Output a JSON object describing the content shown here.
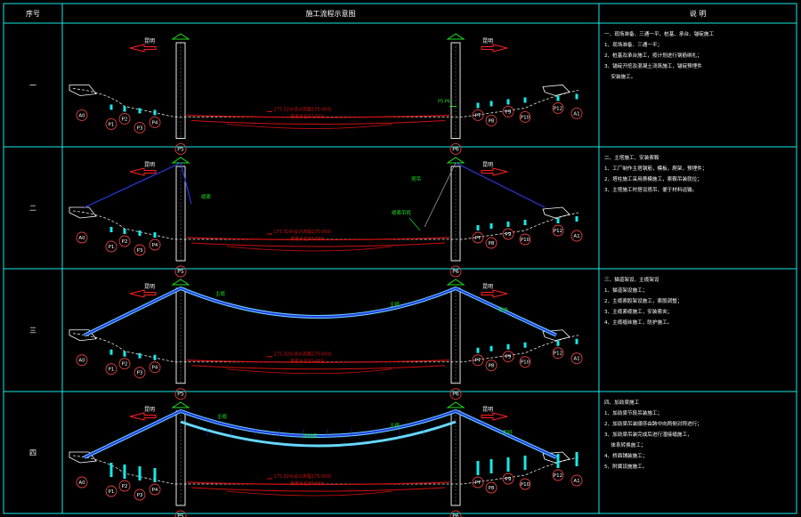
{
  "header": {
    "col_no": "序号",
    "col_diagram": "施工流程示意图",
    "col_notes": "说 明"
  },
  "labels": {
    "left_arrow": "昆明",
    "right_arrow": "昆明",
    "left_tower": "P5",
    "right_tower": "P6",
    "left_piers": [
      "A0",
      "P1",
      "P2",
      "P3",
      "P4"
    ],
    "right_piers": [
      "P7",
      "P8",
      "P9",
      "P10",
      "P12",
      "A1"
    ],
    "design_level": "175.320(设计高程175.000)",
    "water_level": "最低水位55.600",
    "small_tag": "P5.P6"
  },
  "rows": [
    {
      "no": "一",
      "annotations": [],
      "notes": [
        "一、现场准备、三通一平、桩基、承台、锚碇施工",
        "1、现场准备、三通一平；",
        "2、桩基及承台施工，按计划进行钢筋绑扎；",
        "3、锚碇开挖及混凝土浇筑施工，锚碇预埋件",
        "　 安装施工。"
      ]
    },
    {
      "no": "二",
      "annotations": [
        "缆索",
        "塔吊",
        "缆索吊机"
      ],
      "notes": [
        "二、主塔施工、安装索鞍",
        "1、工厂制作主塔钢筋，模板，爬架，预埋件；",
        "2、塔柱施工采用爬模施工，索鞍吊装就位；",
        "3、主塔施工时搭设塔吊，便于材料运输。"
      ]
    },
    {
      "no": "三",
      "annotations": [
        "主缆",
        "主缆",
        "索夹"
      ],
      "notes": [
        "三、猫道架设、主缆架设",
        "1、猫道架设施工；",
        "2、主缆索股架设施工，索股调整；",
        "3、主缆紧缆施工，安装索夹；",
        "4、主缆缠丝施工，防护施工。"
      ]
    },
    {
      "no": "四",
      "annotations": [
        "主缆",
        "主缆",
        "加劲梁",
        "吊杆"
      ],
      "notes": [
        "四、加劲梁施工",
        "1、加劲梁节段吊装施工；",
        "2、加劲梁吊装顺序由跨中向两侧对称进行；",
        "3、加劲梁吊装完成后进行湿接缝施工，",
        "　 体系转换施工；",
        "4、桥面铺装施工；",
        "5、附属设施施工。"
      ]
    }
  ],
  "colors": {
    "grid": "#18e8e8",
    "cable": "#2a39e0",
    "cable_fill": "#66d8ff",
    "water": "#d01010",
    "tower": "#ffffff",
    "green": "#20e020",
    "label": "#e04040",
    "arrow": "#ff2020"
  }
}
